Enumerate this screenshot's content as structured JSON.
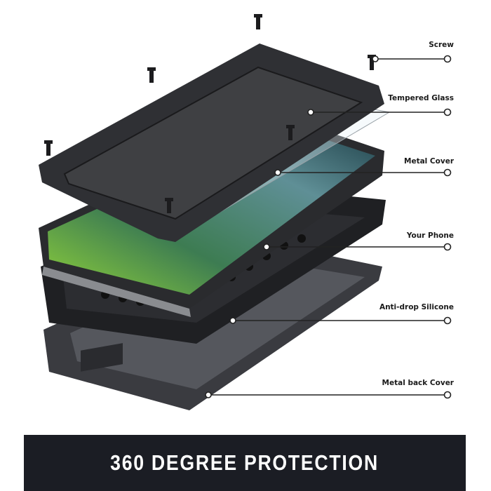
{
  "callouts": [
    {
      "label": "Screw"
    },
    {
      "label": "Tempered Glass"
    },
    {
      "label": "Metal Cover"
    },
    {
      "label": "Your Phone"
    },
    {
      "label": "Anti-drop Silicone"
    },
    {
      "label": "Metal back Cover"
    }
  ],
  "banner": {
    "text": "360 DEGREE PROTECTION"
  },
  "colors": {
    "banner_bg": "#1b1d24",
    "metal": "#2e2f33",
    "screen_green": "#5fa83a",
    "screen_teal": "#3c6f78"
  }
}
